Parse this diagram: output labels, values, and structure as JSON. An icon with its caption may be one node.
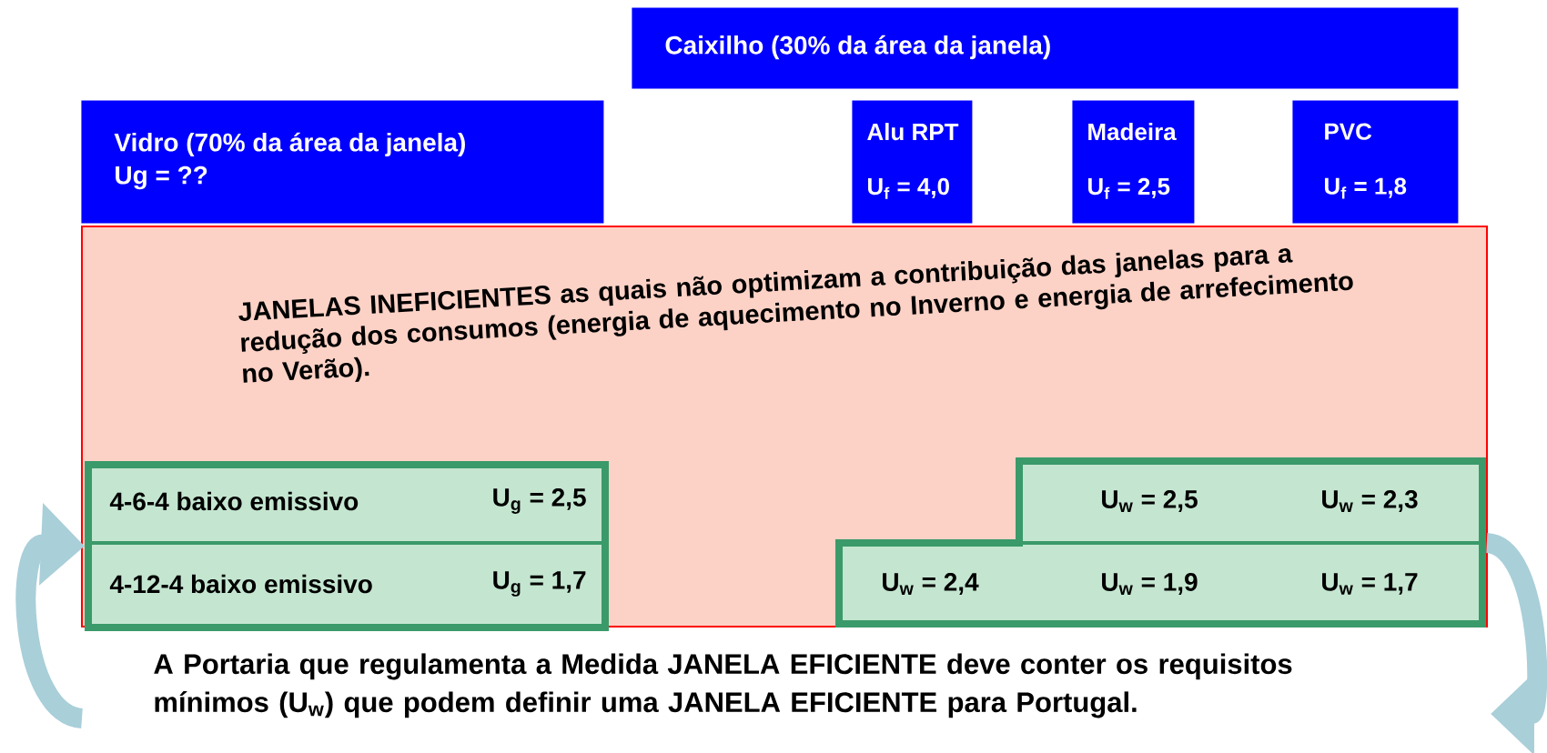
{
  "diagram": {
    "nodes": [
      {
        "text": [
          "Caixilho (30% da área da janela)"
        ]
      },
      {
        "text": [
          "Vidro (70% da área da janela)",
          "Ug = ??"
        ]
      },
      {
        "text": [
          "Alu RPT",
          "U$_{f}$ = 4,0"
        ]
      },
      {
        "text": [
          "Madeira",
          "U$_{f}$ = 2,5"
        ]
      },
      {
        "text": [
          "PVC",
          "U$_{f}$ = 1,8"
        ]
      },
      {
        "text": [
          "JANELAS INEFICIENTES as quais não optimizam a contribuição das janelas para a redução dos consumos (energia de aquecimento no Inverno e energia de arrefecimento no Verão)."
        ]
      },
      {
        "text": [
          "4-6-4 baixo emissivo",
          "U$_{g}$ = 2,5",
          "4-12-4 baixo emissivo",
          "U$_{g}$ = 1,7"
        ],
        "in": 5
      },
      {
        "text": [
          "U$_{w}$ = 2,5",
          "U$_{w}$ = 2,3",
          "U$_{w}$ = 2,4",
          "U$_{w}$ = 1,9",
          "U$_{w}$ = 1,7"
        ],
        "in": 5
      }
    ],
    "edges": [
      {
        "from": null,
        "to": 6,
        "arrow": "to"
      },
      {
        "from": 7,
        "to": null,
        "arrow": "to"
      }
    ],
    "labels": [
      "A Portaria que regulamenta a Medida JANELA EFICIENTE deve conter os requisitos mínimos (U$_{w}$) que podem definir uma JANELA EFICIENTE para Portugal."
    ]
  }
}
